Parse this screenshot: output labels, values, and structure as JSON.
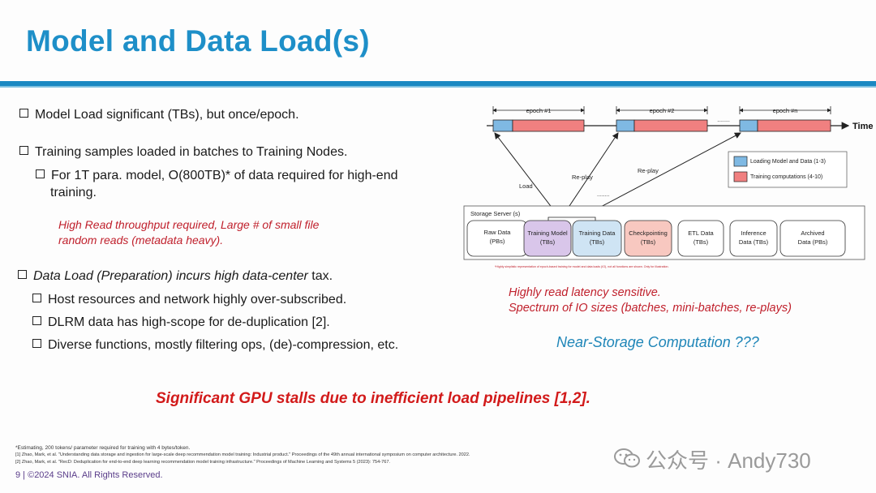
{
  "slide": {
    "title": "Model and Data Load(s)",
    "bullets": {
      "b1": "Model Load significant (TBs), but once/epoch.",
      "b2": "Training samples loaded in batches to Training Nodes.",
      "b2a_line1": "For 1T para. model, O(800TB)* of data required for high-end",
      "b2a_line2": "training.",
      "note_line1": "High Read throughput required, Large # of small file",
      "note_line2": "random reads (metadata heavy).",
      "b3_italic": "Data Load (Preparation) incurs high data-center",
      "b3_rest": " tax.",
      "b3a": "Host resources and network highly over-subscribed.",
      "b3b": "DLRM data has high-scope for de-duplication [2].",
      "b3c": "Diverse functions, mostly filtering ops, (de)-compression, etc."
    },
    "right_notes": {
      "line1": "Highly read latency sensitive.",
      "line2": "Spectrum of IO sizes (batches, mini-batches, re-plays)"
    },
    "near_storage": "Near-Storage Computation ???",
    "stalls": "Significant GPU stalls due to inefficient load pipelines [1,2].",
    "footnotes": {
      "f1": "*Estimating, 200 tokens/ parameter required for training with 4 bytes/token.",
      "f2": "[1] Zhao, Mark, et al. \"Understanding data storage and ingestion for large-scale deep recommendation model training: Industrial product.\" Proceedings of the 49th annual international symposium on computer architecture. 2022.",
      "f3": "[2] Zhao, Mark, et al. \"RecD: Deduplication for end-to-end deep learning recommendation model training infrastructure.\" Proceedings of Machine Learning and Systems 5 (2023): 754-767."
    },
    "copyright": "9 | ©2024 SNIA. All Rights Reserved.",
    "watermark": "公众号 · Andy730"
  },
  "diagram": {
    "epochs": [
      "epoch #1",
      "epoch #2",
      "epoch #n"
    ],
    "time_label": "Time",
    "dots": "........",
    "arrow_labels": {
      "load": "Load",
      "replay1": "Re-play",
      "replay2": "Re-play",
      "dots": "........"
    },
    "legend": {
      "blue": "Loading Model and Data (1-3)",
      "red": "Training computations (4-10)"
    },
    "storage_title": "Storage Server (s)",
    "boxes": [
      {
        "l1": "Raw Data",
        "l2": "(PBs)"
      },
      {
        "l1": "Training Model",
        "l2": "(TBs)"
      },
      {
        "l1": "Training Data",
        "l2": "(TBs)"
      },
      {
        "l1": "Checkpointing",
        "l2": "(TBs)"
      },
      {
        "l1": "ETL Data",
        "l2": "(TBs)"
      },
      {
        "l1": "Inference",
        "l2": "Data (TBs)"
      },
      {
        "l1": "Archived",
        "l2": "Data (PBs)"
      }
    ],
    "caption": "*Highly simplistic representation of epoch-based training for model and data loads (IO), not all functions are shown. Only for illustration.",
    "colors": {
      "blue": "#7fb9e3",
      "red": "#f08080",
      "purple": "#d9c6ea",
      "lightblue": "#cfe4f4",
      "pink": "#f8c8c0"
    }
  }
}
